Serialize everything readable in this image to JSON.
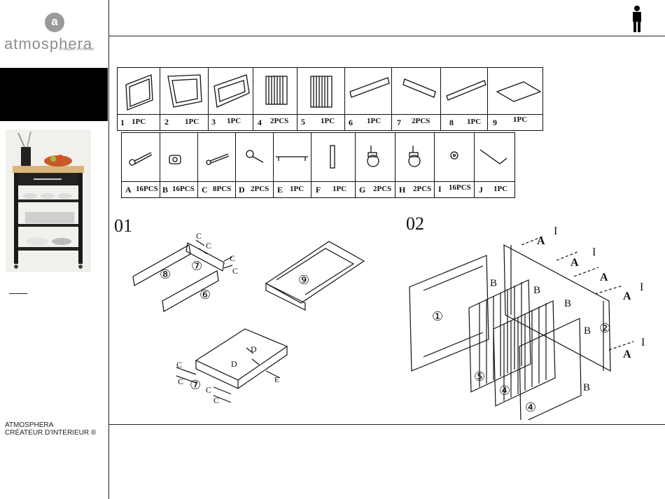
{
  "brand": {
    "logo_letter": "a",
    "logo_word": "atmosphera",
    "logo_tagline": "Créateur d'intérieur",
    "name": "ATMOSPHERA",
    "subtitle": "CRÉATEUR D'INTERIEUR ®"
  },
  "parts_row1": [
    {
      "id": "1",
      "qty": "1PC"
    },
    {
      "id": "2",
      "qty": "1PC"
    },
    {
      "id": "3",
      "qty": "1PC"
    },
    {
      "id": "4",
      "qty": "2PCS"
    },
    {
      "id": "5",
      "qty": "1PC"
    },
    {
      "id": "6",
      "qty": "1PC"
    },
    {
      "id": "7",
      "qty": "2PCS"
    },
    {
      "id": "8",
      "qty": "1PC"
    },
    {
      "id": "9",
      "qty": "1PC"
    }
  ],
  "parts_row2": [
    {
      "id": "A",
      "qty": "16PCS"
    },
    {
      "id": "B",
      "qty": "16PCS"
    },
    {
      "id": "C",
      "qty": "8PCS"
    },
    {
      "id": "D",
      "qty": "2PCS"
    },
    {
      "id": "E",
      "qty": "1PC"
    },
    {
      "id": "F",
      "qty": "1PC"
    },
    {
      "id": "G",
      "qty": "2PCS"
    },
    {
      "id": "H",
      "qty": "2PCS"
    },
    {
      "id": "I",
      "qty": "16PCS"
    },
    {
      "id": "J",
      "qty": "1PC"
    }
  ],
  "steps": {
    "step1": "01",
    "step2": "02"
  },
  "diagram_labels": {
    "c": "C",
    "d": "D",
    "e": "E",
    "a": "A",
    "b": "B",
    "i": "I",
    "p1": "①",
    "p2": "②",
    "p4": "④",
    "p5": "⑤",
    "p6": "⑥",
    "p7": "⑦",
    "p8": "⑧",
    "p9": "⑨"
  },
  "icons": {
    "header_icon": "person-icon",
    "logo_icon": "logo-circle-icon"
  },
  "colors": {
    "line": "#111111",
    "logo_grey": "#8d8d8d"
  }
}
